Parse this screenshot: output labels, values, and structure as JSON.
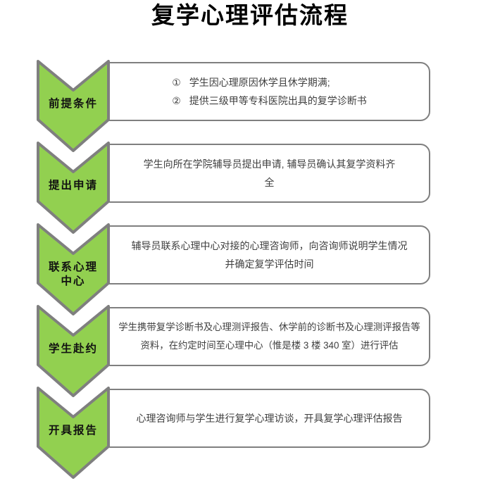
{
  "title": "复学心理评估流程",
  "colors": {
    "chevron_fill": "#92D050",
    "outline": "#7F7F7F",
    "box_text": "#404040",
    "label_text": "#111111"
  },
  "steps": [
    {
      "label": "前提条件",
      "items": [
        {
          "marker": "①",
          "text": "学生因心理原因休学且休学期满;"
        },
        {
          "marker": "②",
          "text": "提供三级甲等专科医院出具的复学诊断书"
        }
      ]
    },
    {
      "label": "提出申请",
      "lines": [
        "学生向所在学院辅导员提出申请, 辅导员确认其复学资料齐",
        "全"
      ]
    },
    {
      "label": "联系心理\n中心",
      "lines": [
        "辅导员联系心理中心对接的心理咨询师，向咨询师说明学生情况",
        "并确定复学评估时间"
      ]
    },
    {
      "label": "学生赴约",
      "lines": [
        "学生携带复学诊断书及心理测评报告、休学前的诊断书及心理测评报告等",
        "资料，在约定时间至心理中心（惟是楼 3 楼 340 室）进行评估"
      ]
    },
    {
      "label": "开具报告",
      "lines": [
        "心理咨询师与学生进行复学心理访谈，开具复学心理评估报告"
      ]
    }
  ]
}
